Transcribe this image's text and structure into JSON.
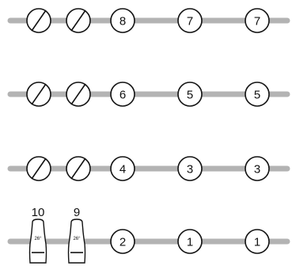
{
  "rows": [
    {
      "nodes": [
        {
          "type": "empty",
          "icon": "empty-set-icon"
        },
        {
          "type": "empty",
          "icon": "empty-set-icon"
        },
        {
          "type": "number",
          "label": "8"
        },
        {
          "type": "number",
          "label": "7"
        },
        {
          "type": "number",
          "label": "7"
        }
      ]
    },
    {
      "nodes": [
        {
          "type": "empty",
          "icon": "empty-set-icon"
        },
        {
          "type": "empty",
          "icon": "empty-set-icon"
        },
        {
          "type": "number",
          "label": "6"
        },
        {
          "type": "number",
          "label": "5"
        },
        {
          "type": "number",
          "label": "5"
        }
      ]
    },
    {
      "nodes": [
        {
          "type": "empty",
          "icon": "empty-set-icon"
        },
        {
          "type": "empty",
          "icon": "empty-set-icon"
        },
        {
          "type": "number",
          "label": "4"
        },
        {
          "type": "number",
          "label": "3"
        },
        {
          "type": "number",
          "label": "3"
        }
      ]
    },
    {
      "nodes": [
        {
          "type": "bottle",
          "top_label": "10",
          "bottle_text": "26°",
          "icon": "bottle-icon"
        },
        {
          "type": "bottle",
          "top_label": "9",
          "bottle_text": "26°",
          "icon": "bottle-icon"
        },
        {
          "type": "number",
          "label": "2"
        },
        {
          "type": "number",
          "label": "1"
        },
        {
          "type": "number",
          "label": "1"
        }
      ]
    }
  ],
  "colors": {
    "rail": "#b3b3b3",
    "stroke": "#111111",
    "background": "#ffffff"
  }
}
